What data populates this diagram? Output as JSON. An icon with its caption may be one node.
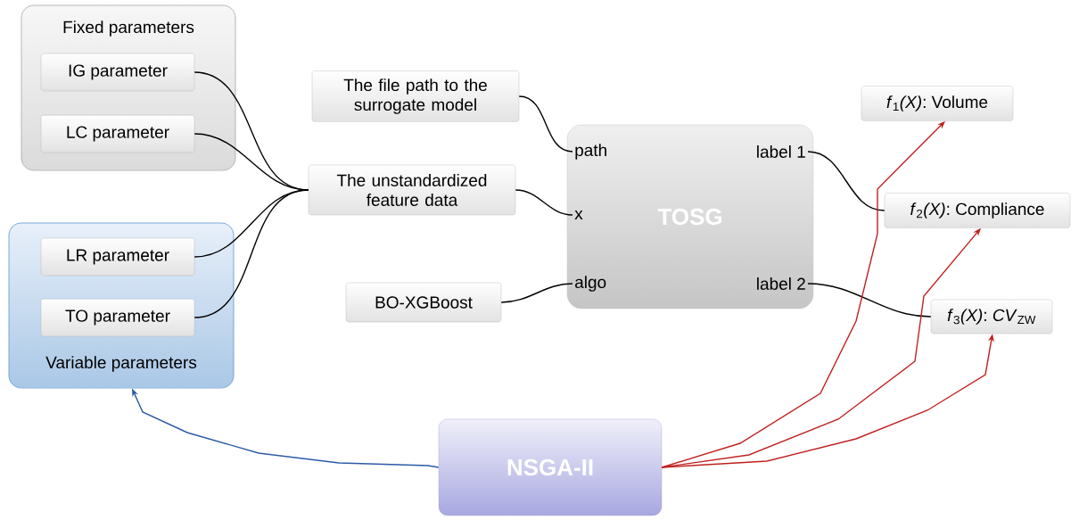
{
  "diagram": {
    "nodes": [
      {
        "text": [
          "Fixed parameters"
        ]
      },
      {
        "text": [
          "IG parameter"
        ],
        "in": 0
      },
      {
        "text": [
          "LC parameter"
        ],
        "in": 0
      },
      {
        "text": [
          "Variable parameters"
        ]
      },
      {
        "text": [
          "LR parameter"
        ],
        "in": 3
      },
      {
        "text": [
          "TO parameter"
        ],
        "in": 3
      },
      {
        "text": [
          "The file path to the surrogate model"
        ]
      },
      {
        "text": [
          "The unstandardized feature data"
        ]
      },
      {
        "text": [
          "BO-XGBoost"
        ]
      },
      {
        "text": [
          "TOSG"
        ]
      },
      {
        "text": [
          "path"
        ],
        "in": 9
      },
      {
        "text": [
          "x"
        ],
        "in": 9
      },
      {
        "text": [
          "algo"
        ],
        "in": 9
      },
      {
        "text": [
          "label 1"
        ],
        "in": 9
      },
      {
        "text": [
          "label 2"
        ],
        "in": 9
      },
      {
        "text": [
          "*f*$_{1}$*(X)*: Volume"
        ]
      },
      {
        "text": [
          "*f*$_{2}$*(X)*: Compliance"
        ]
      },
      {
        "text": [
          "*f*$_{3}$*(X)*: *CV*$_{ZW}$"
        ]
      },
      {
        "text": [
          "NSGA-II"
        ]
      }
    ],
    "edges": [
      {
        "from": 1,
        "to": 7,
        "arrow": "none"
      },
      {
        "from": 2,
        "to": 7,
        "arrow": "none"
      },
      {
        "from": 4,
        "to": 7,
        "arrow": "none"
      },
      {
        "from": 5,
        "to": 7,
        "arrow": "none"
      },
      {
        "from": 6,
        "to": 10,
        "arrow": "none"
      },
      {
        "from": 7,
        "to": 11,
        "arrow": "none"
      },
      {
        "from": 8,
        "to": 12,
        "arrow": "none"
      },
      {
        "from": 13,
        "to": 16,
        "arrow": "none"
      },
      {
        "from": 14,
        "to": 17,
        "arrow": "none"
      },
      {
        "from": 18,
        "to": 3,
        "arrow": "to",
        "color": "#2b5aa8"
      },
      {
        "from": 18,
        "to": 15,
        "arrow": "to",
        "color": "#c0201e"
      },
      {
        "from": 18,
        "to": 16,
        "arrow": "to",
        "color": "#c0201e"
      },
      {
        "from": 18,
        "to": 17,
        "arrow": "to",
        "color": "#c0201e"
      }
    ]
  }
}
